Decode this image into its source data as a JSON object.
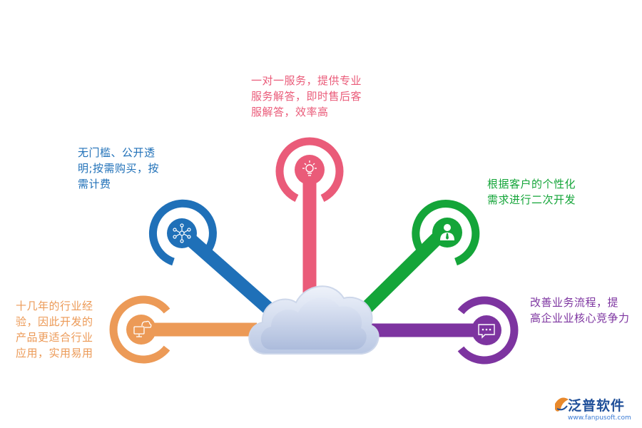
{
  "colors": {
    "pink": "#ea5b79",
    "blue": "#1f70b8",
    "green": "#14a539",
    "orange": "#ec9a57",
    "purple": "#7d34a0",
    "cloud": "#d4def0"
  },
  "nodes": {
    "top": {
      "icon": "lightbulb-icon",
      "lines": [
        "一对一服务，提供专业",
        "服务解答，即时售后客",
        "服解答，效率高"
      ]
    },
    "left": {
      "icon": "network-icon",
      "lines": [
        "无门槛、公开透",
        "明;按需购买，按",
        "需计费"
      ]
    },
    "right": {
      "icon": "user-tie-icon",
      "lines": [
        "根据客户的个性化",
        "需求进行二次开发"
      ]
    },
    "bottom_left": {
      "icon": "cloud-monitor-icon",
      "lines": [
        "十几年的行业经",
        "验，因此开发的",
        "产品更适合行业",
        "应用，实用易用"
      ]
    },
    "bottom_right": {
      "icon": "chat-icon",
      "lines": [
        "改善业务流程，提",
        "高企业业核心竞争力"
      ]
    }
  },
  "logo": {
    "name": "泛普软件",
    "url": "www.fanpusoft.com"
  }
}
